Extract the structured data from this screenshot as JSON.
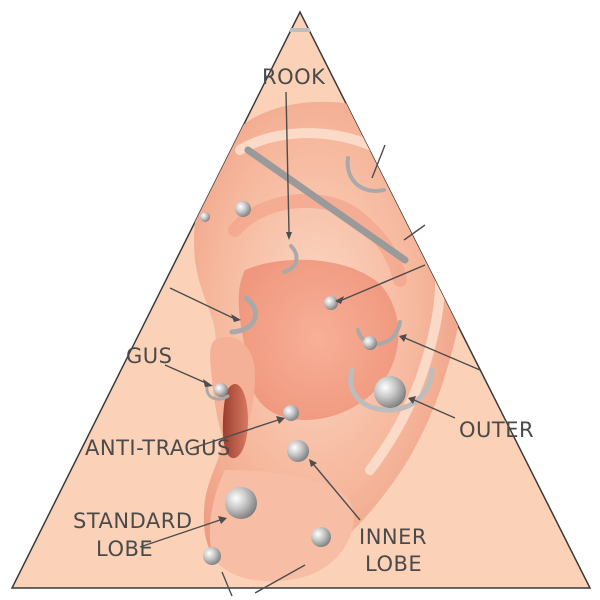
{
  "diagram": {
    "labels": {
      "rook": "ROOK",
      "tragus": "GUS",
      "anti_tragus": "ANTI-TRAGUS",
      "outer": "OUTER",
      "standard_lobe_line1": "STANDARD",
      "standard_lobe_line2": "LOBE",
      "inner_lobe_line1": "INNER",
      "inner_lobe_line2": "LOBE"
    },
    "colors": {
      "background": "#fbd2b8",
      "skin": "#f6b79c",
      "skin_shadow": "#e88f74",
      "jewelry": "#b8b8b8",
      "outline": "#3a3a3a"
    }
  }
}
